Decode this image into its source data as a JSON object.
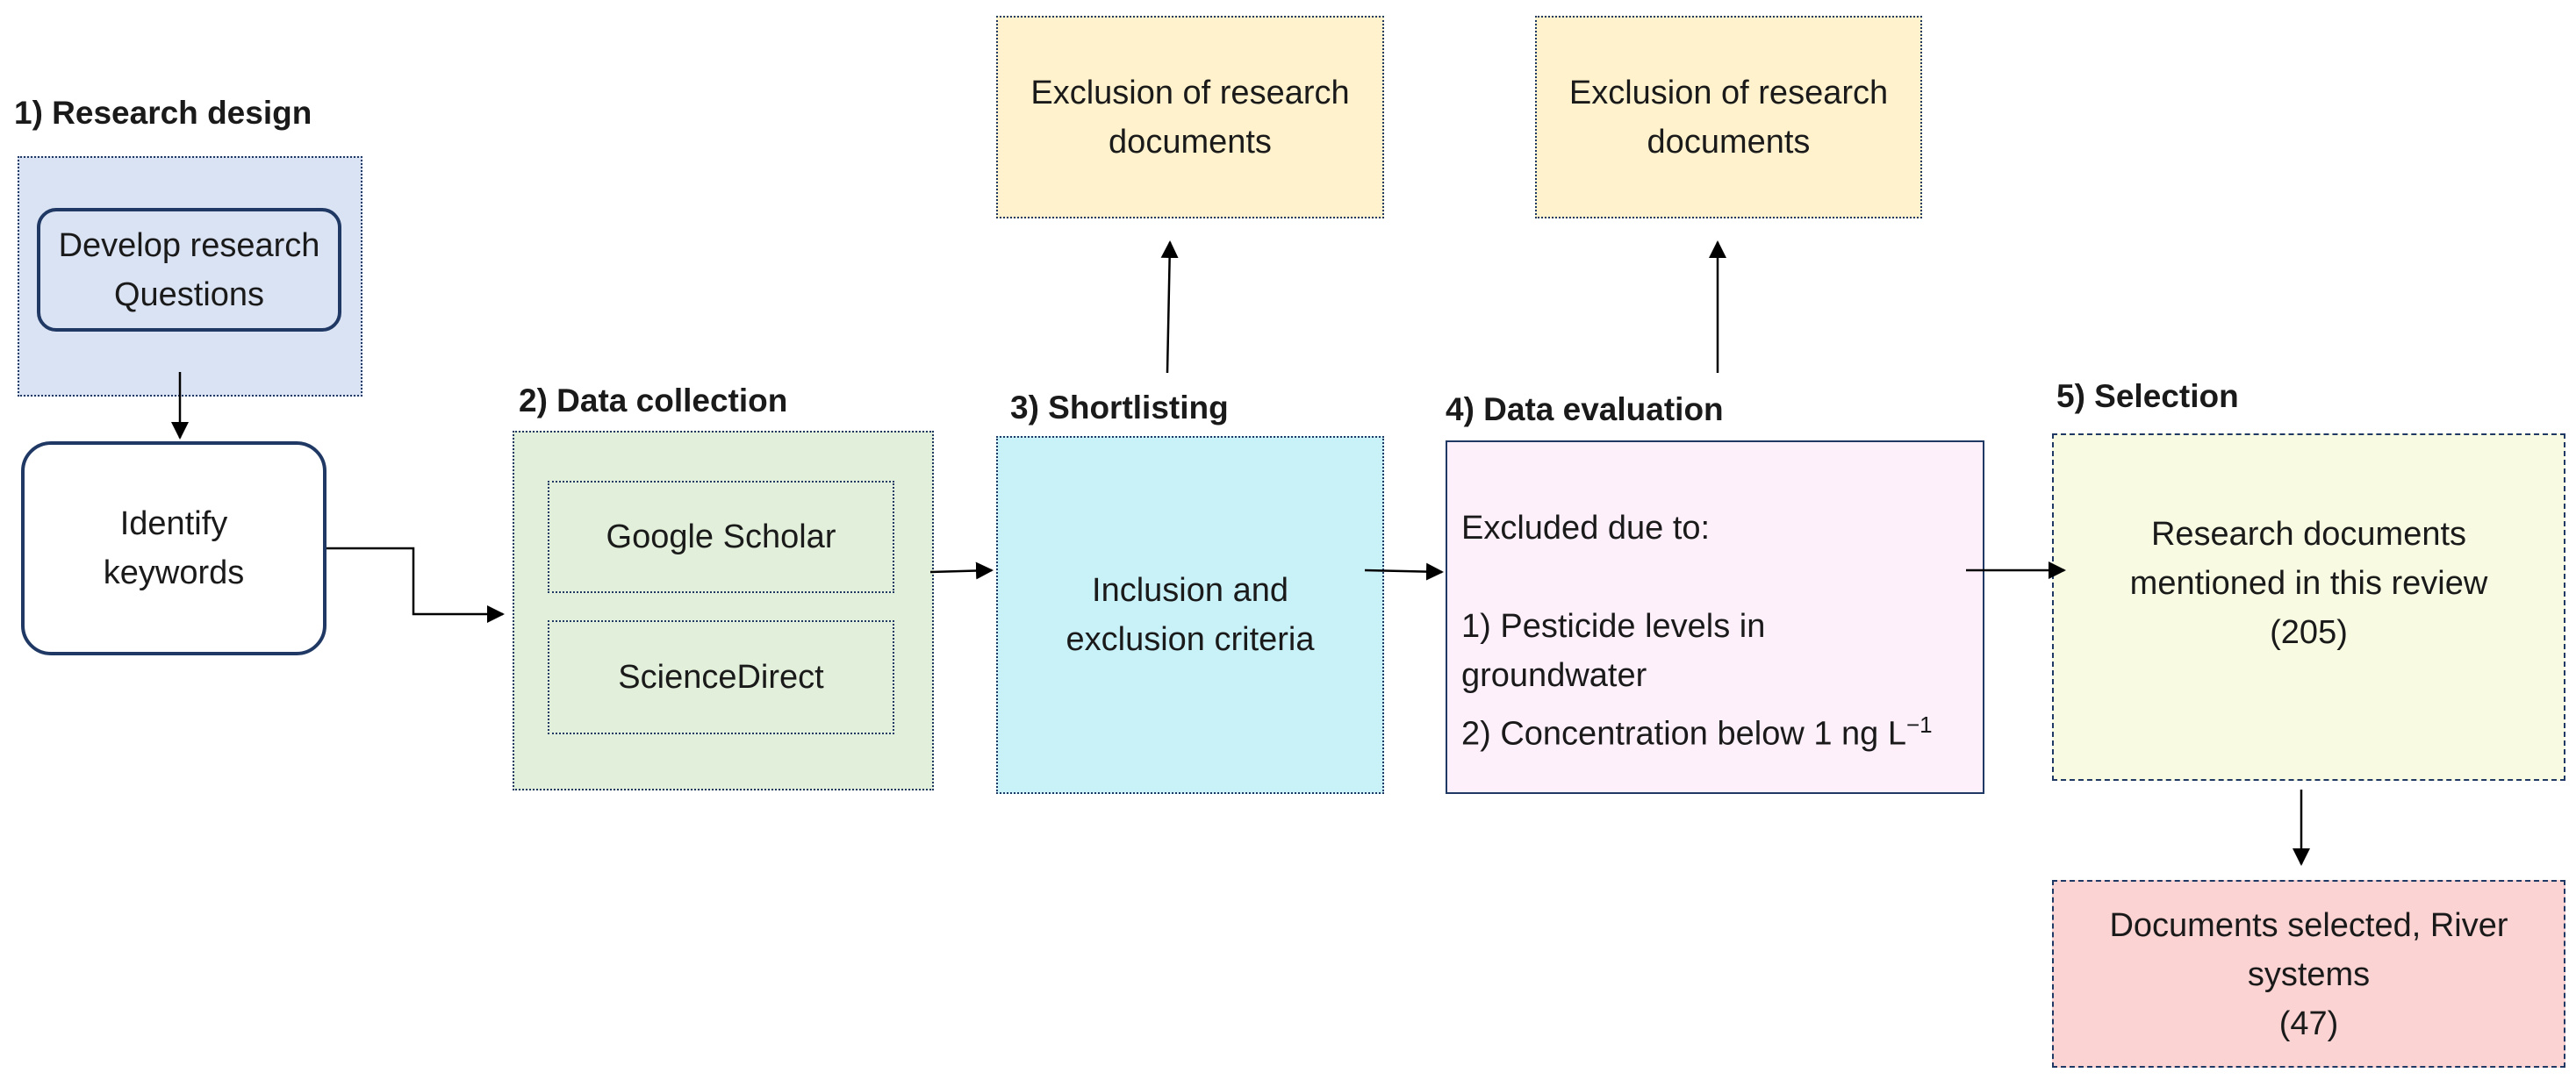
{
  "stages": {
    "s1": "1) Research design",
    "s2": "2) Data collection",
    "s3": "3) Shortlisting",
    "s4": "4) Data evaluation",
    "s5": "5) Selection"
  },
  "research_questions": "Develop research Questions",
  "identify_keywords": "Identify keywords",
  "google_scholar": "Google Scholar",
  "sciencedirect": "ScienceDirect",
  "inclusion_criteria": "Inclusion and exclusion criteria",
  "exclusion_1": "Exclusion of research documents",
  "exclusion_2": "Exclusion of research documents",
  "evaluation": {
    "heading": "Excluded due to:",
    "item1": "1) Pesticide levels in groundwater",
    "item2_text": "2) Concentration below 1 ng L",
    "item2_sup": "−1"
  },
  "selection": {
    "text": "Research documents mentioned in this review",
    "count": "(205)"
  },
  "selected": {
    "text": "Documents selected, River systems",
    "count": "(47)"
  },
  "colors": {
    "research_design_fill": "#dae3f3",
    "data_collection_fill": "#e2efda",
    "shortlisting_fill": "#c9f1f8",
    "exclusion_fill": "#fff2cc",
    "evaluation_fill": "#fdf0fb",
    "selection_fill": "#f8fbe2",
    "selected_fill": "#fbd3d3",
    "border": "#1f3864"
  }
}
